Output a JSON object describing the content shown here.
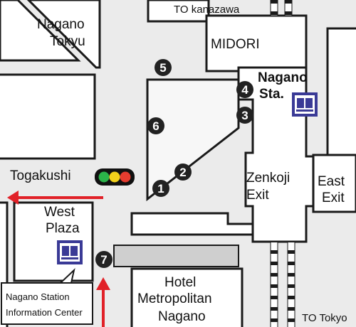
{
  "map": {
    "colors": {
      "street": "#ebebeb",
      "block": "#ffffff",
      "outline": "#1a1a1a",
      "route": "#e12128",
      "station_icon": "#3a3a96",
      "stop_marker": "#222222",
      "traffic_green": "#2bb34a",
      "traffic_yellow": "#f2d11b",
      "traffic_red": "#e53c2f"
    },
    "labels": {
      "nagano_tokyu": [
        "Nagano",
        "Tokyu"
      ],
      "to_kanazawa": "TO kanazawa",
      "midori": "MIDORI",
      "nagano_sta": [
        "Nagano",
        "Sta."
      ],
      "togakushi": "Togakushi",
      "west_plaza": [
        "West",
        "Plaza"
      ],
      "zenkoji_exit": [
        "Zenkoji",
        "Exit"
      ],
      "east_exit": [
        "East",
        "Exit"
      ],
      "hotel": [
        "Hotel",
        "Metropolitan",
        "Nagano"
      ],
      "info_center": [
        "Nagano Station",
        "Information Center"
      ],
      "to_tokyo": "TO Tokyo"
    },
    "bus_stops": [
      "1",
      "2",
      "3",
      "4",
      "5",
      "6",
      "7"
    ],
    "icons": [
      "ticket-office-icon",
      "ticket-office-icon",
      "traffic-light-icon",
      "route-arrow-icon"
    ]
  }
}
